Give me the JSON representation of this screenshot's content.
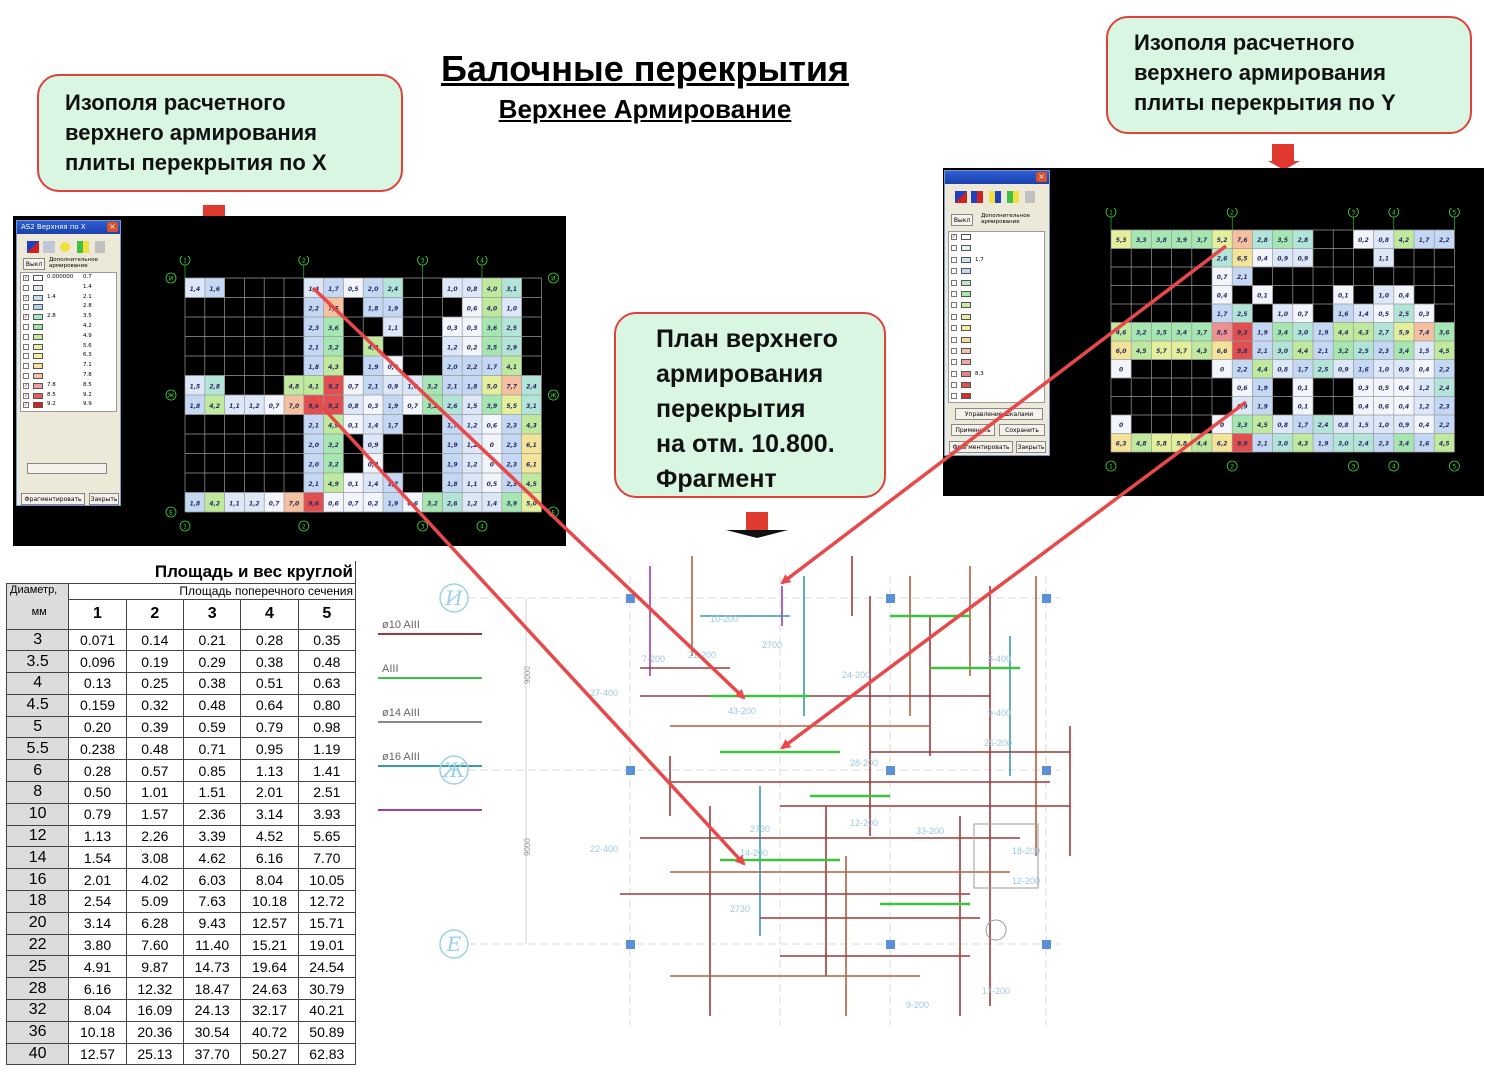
{
  "title": {
    "main": "Балочные перекрытия",
    "sub": "Верхнее Армирование"
  },
  "callouts": {
    "x": [
      "Изополя расчетного",
      "верхнего армирования",
      "плиты перекрытия по X"
    ],
    "y": [
      "Изополя расчетного",
      "верхнего армирования",
      "плиты перекрытия по Y"
    ],
    "plan": [
      "План верхнего",
      "армирования",
      "перекрытия",
      "на отм. 10.800.",
      "Фрагмент"
    ]
  },
  "screen_x": {
    "panel_title": "AS2 Верхняя по X",
    "off_button": "Выкл",
    "extra_reinf": "Дополнительное армирование",
    "legend": [
      {
        "v1": "0.000000",
        "v2": "0.7",
        "color": "#ffffff",
        "checked": true
      },
      {
        "v1": "",
        "v2": "1.4",
        "color": "#dfe9f8",
        "checked": false
      },
      {
        "v1": "1.4",
        "v2": "2.1",
        "color": "#c6daf4",
        "checked": true
      },
      {
        "v1": "",
        "v2": "2.8",
        "color": "#b4d0f0",
        "checked": false
      },
      {
        "v1": "2.8",
        "v2": "3.5",
        "color": "#a8e8c0",
        "checked": true
      },
      {
        "v1": "",
        "v2": "4.2",
        "color": "#9fe6a8",
        "checked": false
      },
      {
        "v1": "",
        "v2": "4.9",
        "color": "#c0ec9a",
        "checked": false
      },
      {
        "v1": "",
        "v2": "5.6",
        "color": "#e8f0a0",
        "checked": false
      },
      {
        "v1": "",
        "v2": "6.3",
        "color": "#f4f09c",
        "checked": false
      },
      {
        "v1": "",
        "v2": "7.1",
        "color": "#f8e0a0",
        "checked": false
      },
      {
        "v1": "",
        "v2": "7.8",
        "color": "#f4c4a8",
        "checked": false
      },
      {
        "v1": "7.8",
        "v2": "8.5",
        "color": "#f0a0a0",
        "checked": true
      },
      {
        "v1": "8.5",
        "v2": "9.2",
        "color": "#e86060",
        "checked": true
      },
      {
        "v1": "9.2",
        "v2": "9.9",
        "color": "#d42020",
        "checked": true
      }
    ],
    "fragment_button": "Фрагментировать",
    "close_button": "Закрыть",
    "axis_cols": [
      "1",
      "2",
      "3",
      "4"
    ],
    "axis_rows": [
      "И",
      "Ж",
      "Е"
    ],
    "row_values": [
      [
        "1,4",
        "1,6",
        "",
        "",
        "",
        "",
        "1,4",
        "1,7",
        "0,5",
        "2,0",
        "2,4",
        "",
        "",
        "1,0",
        "0,8",
        "4,0",
        "3,1",
        ""
      ],
      [
        "",
        "",
        "",
        "",
        "",
        "",
        "2,2",
        "7,5",
        "",
        "1,8",
        "1,9",
        "",
        "",
        "",
        "0,6",
        "4,0",
        "1,0",
        ""
      ],
      [
        "",
        "",
        "",
        "",
        "",
        "",
        "2,3",
        "3,6",
        "",
        "",
        "1,1",
        "",
        "",
        "0,3",
        "0,3",
        "3,6",
        "2,5",
        ""
      ],
      [
        "",
        "",
        "",
        "",
        "",
        "",
        "2,1",
        "3,2",
        "",
        "4,0",
        "",
        "",
        "",
        "1,2",
        "0,2",
        "3,5",
        "2,9",
        ""
      ],
      [
        "",
        "",
        "",
        "",
        "",
        "",
        "1,8",
        "4,3",
        "",
        "1,9",
        "0,4",
        "",
        "",
        "2,0",
        "2,2",
        "1,7",
        "4,1",
        ""
      ],
      [
        "1,5",
        "2,8",
        "",
        "",
        "",
        "4,8",
        "4,1",
        "9,2",
        "0,7",
        "2,1",
        "0,9",
        "1,0",
        "3,2",
        "2,1",
        "1,8",
        "5,0",
        "7,7",
        "2,4"
      ],
      [
        "1,8",
        "4,2",
        "1,1",
        "1,2",
        "0,7",
        "7,0",
        "9,6",
        "9,2",
        "0,8",
        "0,3",
        "1,9",
        "0,7",
        "3,2",
        "2,6",
        "1,5",
        "3,9",
        "5,5",
        "3,1"
      ],
      [
        "",
        "",
        "",
        "",
        "",
        "",
        "2,1",
        "4,9",
        "0,1",
        "1,4",
        "1,7",
        "",
        "",
        "1,7",
        "1,2",
        "0,6",
        "2,3",
        "4,3"
      ],
      [
        "",
        "",
        "",
        "",
        "",
        "",
        "2,0",
        "3,2",
        "",
        "0,9",
        "",
        "",
        "",
        "1,9",
        "1,2",
        "0",
        "2,3",
        "6,1"
      ],
      [
        "",
        "",
        "",
        "",
        "",
        "",
        "2,0",
        "3,2",
        "",
        "0,2",
        "",
        "",
        "",
        "1,9",
        "1,2",
        "0",
        "2,3",
        "6,1"
      ],
      [
        "",
        "",
        "",
        "",
        "",
        "",
        "2,1",
        "4,9",
        "0,1",
        "1,4",
        "1,7",
        "",
        "",
        "1,8",
        "1,1",
        "0,5",
        "2,3",
        "4,5"
      ],
      [
        "1,8",
        "4,2",
        "1,1",
        "1,2",
        "0,7",
        "7,0",
        "9,6",
        "0,6",
        "0,7",
        "0,2",
        "1,9",
        "0,6",
        "3,2",
        "2,6",
        "1,2",
        "1,4",
        "3,9",
        "5,0"
      ]
    ]
  },
  "screen_y": {
    "off_button": "Выкл",
    "extra_reinf": "Дополнительное армирование",
    "legend_v1": [
      "",
      "",
      "1,7",
      "",
      "",
      "",
      "",
      "",
      "",
      "",
      "",
      "",
      "8,3",
      "",
      ""
    ],
    "manage_button": "Управление шкалами",
    "apply_button": "Применить",
    "save_button": "Сохранить",
    "fragment_button": "Фрагментировать",
    "close_button": "Закрыть",
    "axis_cols": [
      "1",
      "2",
      "3",
      "4",
      "5"
    ],
    "row_values": [
      [
        "5,3",
        "3,3",
        "3,8",
        "3,9",
        "3,7",
        "5,2",
        "7,6",
        "2,8",
        "3,5",
        "2,8",
        "",
        "",
        "0,2",
        "0,8",
        "4,2",
        "1,7",
        "2,2"
      ],
      [
        "",
        "",
        "",
        "",
        "",
        "2,6",
        "6,5",
        "0,4",
        "0,9",
        "0,9",
        "",
        "",
        "",
        "1,1",
        "",
        "",
        ""
      ],
      [
        "",
        "",
        "",
        "",
        "",
        "0,7",
        "2,1",
        "",
        "",
        "",
        "",
        "",
        "",
        "",
        "",
        "",
        ""
      ],
      [
        "",
        "",
        "",
        "",
        "",
        "0,4",
        "",
        "0,1",
        "",
        "",
        "",
        "0,1",
        "",
        "1,0",
        "0,4",
        "",
        ""
      ],
      [
        "",
        "",
        "",
        "",
        "",
        "1,7",
        "2,5",
        "",
        "1,0",
        "0,7",
        "",
        "1,6",
        "1,4",
        "0,5",
        "2,5",
        "0,3",
        ""
      ],
      [
        "4,6",
        "3,2",
        "3,5",
        "3,4",
        "3,7",
        "8,5",
        "9,3",
        "1,9",
        "3,4",
        "3,0",
        "1,9",
        "4,4",
        "4,3",
        "2,7",
        "5,9",
        "7,4",
        "3,6"
      ],
      [
        "6,0",
        "4,5",
        "5,7",
        "5,7",
        "4,3",
        "6,6",
        "9,8",
        "2,1",
        "3,0",
        "4,4",
        "2,1",
        "3,2",
        "2,5",
        "2,3",
        "3,4",
        "1,5",
        "4,5"
      ],
      [
        "0",
        "",
        "",
        "",
        "",
        "0",
        "2,2",
        "4,4",
        "0,8",
        "1,7",
        "2,5",
        "0,9",
        "1,6",
        "1,0",
        "0,9",
        "0,4",
        "2,2"
      ],
      [
        "",
        "",
        "",
        "",
        "",
        "",
        "0,6",
        "1,9",
        "",
        "0,1",
        "",
        "",
        "0,3",
        "0,5",
        "0,4",
        "1,2",
        "2,4"
      ],
      [
        "",
        "",
        "",
        "",
        "",
        "",
        "0,9",
        "1,9",
        "",
        "0,1",
        "",
        "",
        "0,4",
        "0,6",
        "0,4",
        "1,2",
        "2,3"
      ],
      [
        "0",
        "",
        "",
        "",
        "",
        "0",
        "3,3",
        "4,5",
        "0,8",
        "1,7",
        "2,4",
        "0,8",
        "1,5",
        "1,0",
        "0,9",
        "0,4",
        "2,2"
      ],
      [
        "6,3",
        "4,8",
        "5,8",
        "5,8",
        "4,4",
        "6,2",
        "9,9",
        "2,1",
        "3,0",
        "4,3",
        "1,9",
        "3,0",
        "2,4",
        "2,3",
        "3,4",
        "1,6",
        "4,5"
      ]
    ]
  },
  "table": {
    "title": "Площадь и вес круглой",
    "diam_label": "Диаметр,",
    "diam_unit": "мм",
    "section_label": "Площадь поперечного сечения",
    "columns": [
      "1",
      "2",
      "3",
      "4",
      "5"
    ],
    "rows": [
      {
        "d": "3",
        "v": [
          "0.071",
          "0.14",
          "0.21",
          "0.28",
          "0.35"
        ]
      },
      {
        "d": "3.5",
        "v": [
          "0.096",
          "0.19",
          "0.29",
          "0.38",
          "0.48"
        ]
      },
      {
        "d": "4",
        "v": [
          "0.13",
          "0.25",
          "0.38",
          "0.51",
          "0.63"
        ]
      },
      {
        "d": "4.5",
        "v": [
          "0.159",
          "0.32",
          "0.48",
          "0.64",
          "0.80"
        ]
      },
      {
        "d": "5",
        "v": [
          "0.20",
          "0.39",
          "0.59",
          "0.79",
          "0.98"
        ]
      },
      {
        "d": "5.5",
        "v": [
          "0.238",
          "0.48",
          "0.71",
          "0.95",
          "1.19"
        ]
      },
      {
        "d": "6",
        "v": [
          "0.28",
          "0.57",
          "0.85",
          "1.13",
          "1.41"
        ]
      },
      {
        "d": "8",
        "v": [
          "0.50",
          "1.01",
          "1.51",
          "2.01",
          "2.51"
        ]
      },
      {
        "d": "10",
        "v": [
          "0.79",
          "1.57",
          "2.36",
          "3.14",
          "3.93"
        ]
      },
      {
        "d": "12",
        "v": [
          "1.13",
          "2.26",
          "3.39",
          "4.52",
          "5.65"
        ]
      },
      {
        "d": "14",
        "v": [
          "1.54",
          "3.08",
          "4.62",
          "6.16",
          "7.70"
        ]
      },
      {
        "d": "16",
        "v": [
          "2.01",
          "4.02",
          "6.03",
          "8.04",
          "10.05"
        ]
      },
      {
        "d": "18",
        "v": [
          "2.54",
          "5.09",
          "7.63",
          "10.18",
          "12.72"
        ]
      },
      {
        "d": "20",
        "v": [
          "3.14",
          "6.28",
          "9.43",
          "12.57",
          "15.71"
        ]
      },
      {
        "d": "22",
        "v": [
          "3.80",
          "7.60",
          "11.40",
          "15.21",
          "19.01"
        ]
      },
      {
        "d": "25",
        "v": [
          "4.91",
          "9.87",
          "14.73",
          "19.64",
          "24.54"
        ]
      },
      {
        "d": "28",
        "v": [
          "6.16",
          "12.32",
          "18.47",
          "24.63",
          "30.79"
        ]
      },
      {
        "d": "32",
        "v": [
          "8.04",
          "16.09",
          "24.13",
          "32.17",
          "40.21"
        ]
      },
      {
        "d": "36",
        "v": [
          "10.18",
          "20.36",
          "30.54",
          "40.72",
          "50.89"
        ]
      },
      {
        "d": "40",
        "v": [
          "12.57",
          "25.13",
          "37.70",
          "50.27",
          "62.83"
        ]
      }
    ]
  },
  "plan": {
    "axis_labels": [
      "И",
      "Ж",
      "Е"
    ],
    "legend": [
      {
        "label": "ø10 AIII",
        "color": "#9a3a3a"
      },
      {
        "label": "AIII",
        "color": "#40c040"
      },
      {
        "label": "ø14 AIII",
        "color": "#888888"
      },
      {
        "label": "ø16 AIII",
        "color": "#3a9aa8"
      },
      {
        "label": "",
        "color": "#9a40a8"
      }
    ],
    "dims": [
      "9000",
      "9000"
    ],
    "annotations": [
      "10-200",
      "7-200",
      "21-200",
      "43-200",
      "14-200",
      "24-200",
      "2700",
      "2730",
      "27-400",
      "22-400",
      "8-400",
      "9-400",
      "25-200",
      "28-200",
      "12-200",
      "33-200",
      "18-200",
      "12-200",
      "9-200",
      "17-200",
      "2730"
    ]
  }
}
